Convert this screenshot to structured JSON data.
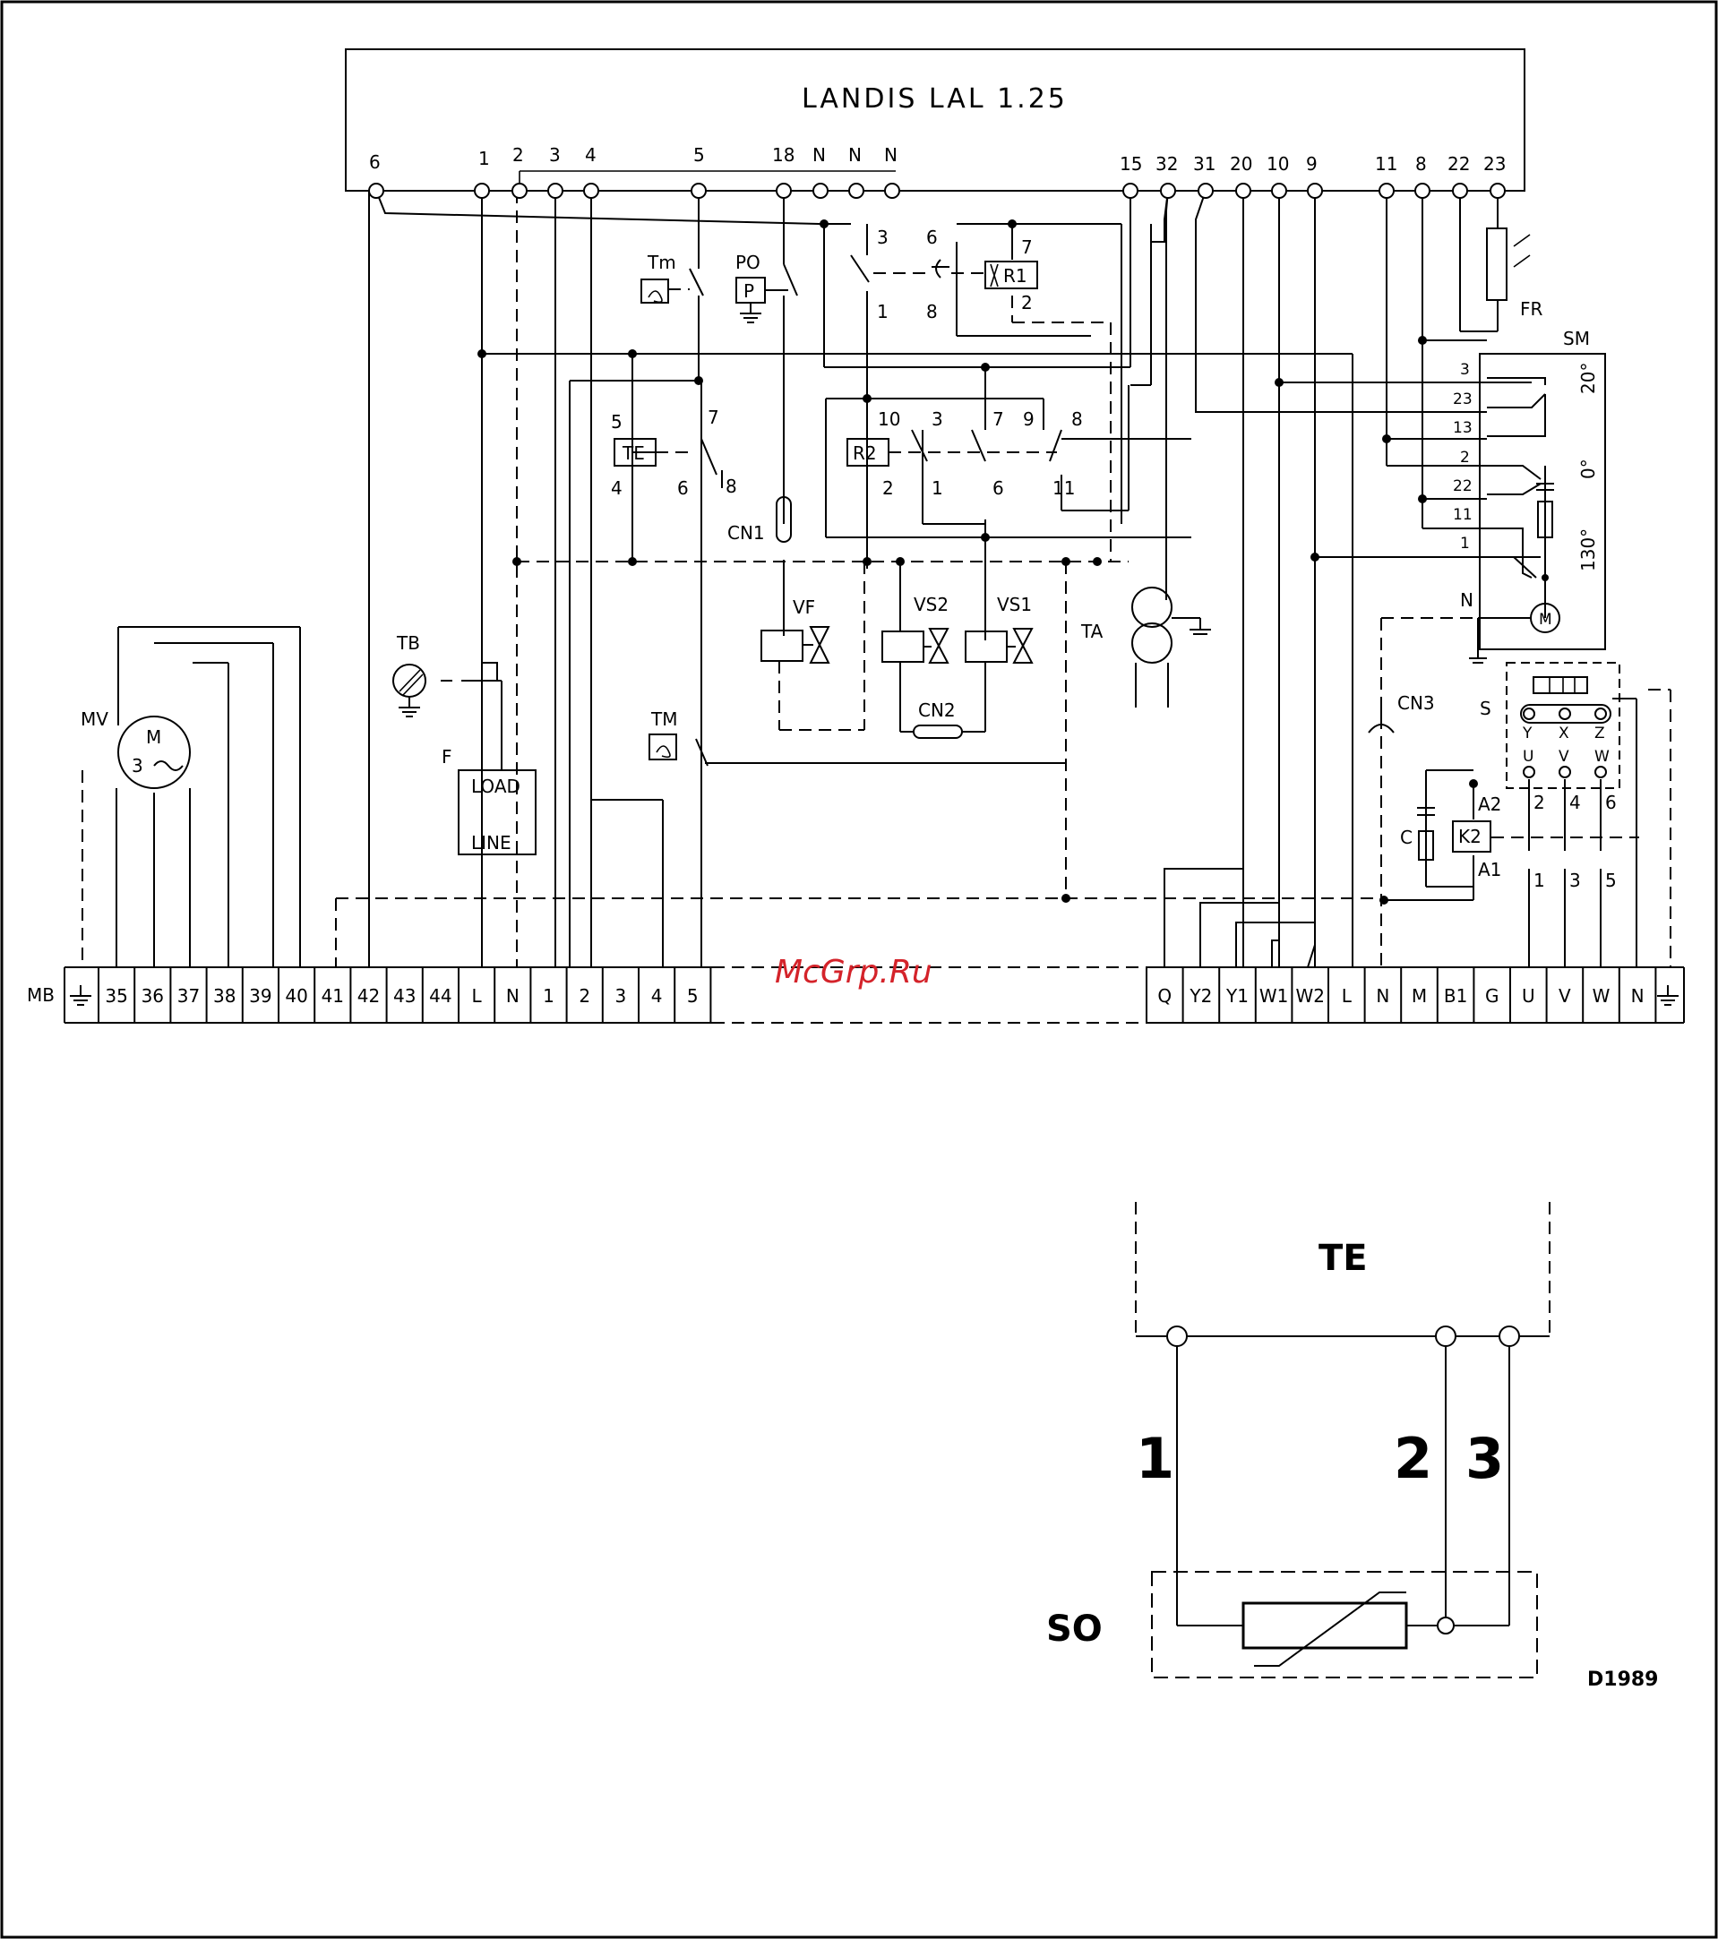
{
  "device": {
    "title": "LANDIS LAL 1.25"
  },
  "control_terminals": {
    "left": [
      "6",
      "1",
      "2",
      "3",
      "4",
      "5",
      "18",
      "N",
      "N",
      "N"
    ],
    "right": [
      "15",
      "32",
      "31",
      "20",
      "10",
      "9",
      "11",
      "8",
      "22",
      "23"
    ]
  },
  "components": {
    "tm": "Tm",
    "po": "PO",
    "p": "P",
    "te": "TE",
    "r1": "R1",
    "r2": "R2",
    "cn1": "CN1",
    "cn2": "CN2",
    "cn3": "CN3",
    "vf": "VF",
    "vs1": "VS1",
    "vs2": "VS2",
    "ta": "TA",
    "tb": "TB",
    "tm2": "TM",
    "f": "F",
    "load": "LOAD",
    "line": "LINE",
    "mv": "MV",
    "m": "M",
    "three": "3",
    "fr": "FR",
    "sm": "SM",
    "s": "S",
    "c": "C",
    "k2": "K2",
    "a1": "A1",
    "a2": "A2",
    "nlabel": "N"
  },
  "contact_numbers": {
    "tm_7": "7",
    "tm_8": "8",
    "tm_6": "6",
    "te_5": "5",
    "te_4": "4",
    "r1_3": "3",
    "r1_1": "1",
    "r1_6": "6",
    "r1_8": "8",
    "r1_7": "7",
    "r1_2": "2",
    "r2_10": "10",
    "r2_3": "3",
    "r2_7": "7",
    "r2_9": "9",
    "r2_8": "8",
    "r2_2": "2",
    "r2_1": "1",
    "r2_6": "6",
    "r2_11": "11"
  },
  "sm_terminals": [
    "3",
    "23",
    "13",
    "2",
    "22",
    "11",
    "1"
  ],
  "sm_angles": [
    "20°",
    "0°",
    "130°"
  ],
  "switch_terminals": {
    "top": [
      "Y",
      "X",
      "Z"
    ],
    "mid": [
      "U",
      "V",
      "W"
    ],
    "k2_top": [
      "2",
      "4",
      "6"
    ],
    "k2_bottom": [
      "1",
      "3",
      "5"
    ]
  },
  "mb": {
    "label": "MB",
    "left": [
      "35",
      "36",
      "37",
      "38",
      "39",
      "40",
      "41",
      "42",
      "43",
      "44",
      "L",
      "N",
      "1",
      "2",
      "3",
      "4",
      "5"
    ],
    "right": [
      "Q",
      "Y2",
      "Y1",
      "W1",
      "W2",
      "L",
      "N",
      "M",
      "B1",
      "G",
      "U",
      "V",
      "W",
      "N"
    ]
  },
  "watermark": "McGrp.Ru",
  "detail": {
    "te": "TE",
    "so": "SO",
    "wires": [
      "1",
      "2",
      "3"
    ],
    "code": "D1989"
  }
}
